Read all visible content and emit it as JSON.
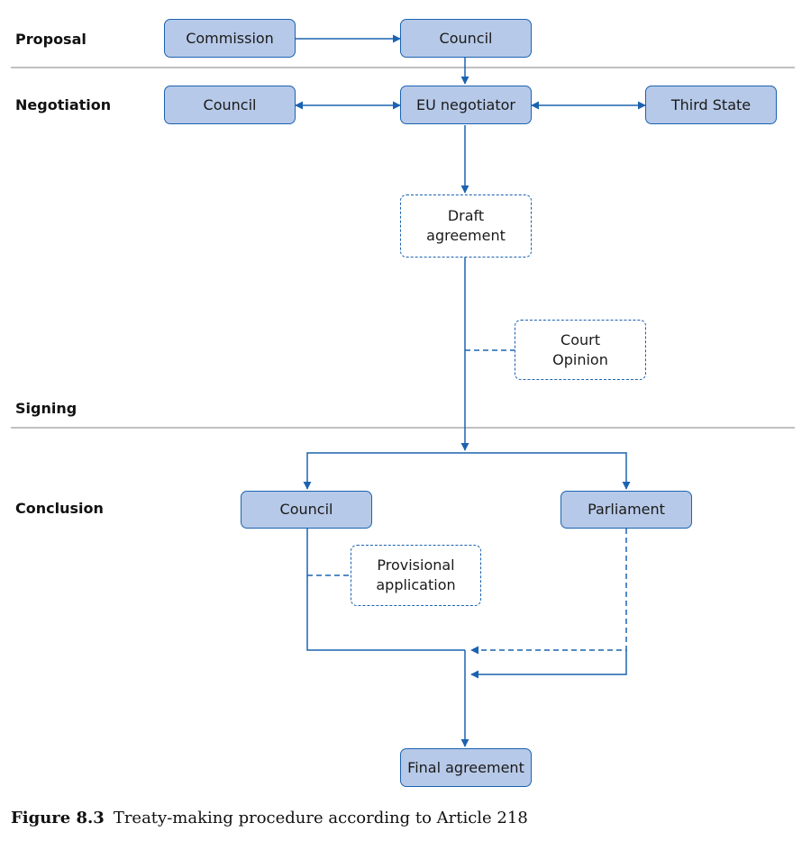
{
  "stages": {
    "proposal": "Proposal",
    "negotiation": "Negotiation",
    "signing": "Signing",
    "conclusion": "Conclusion"
  },
  "nodes": {
    "commission": "Commission",
    "council_proposal": "Council",
    "council_negotiation": "Council",
    "eu_negotiator": "EU negotiator",
    "third_state": "Third State",
    "draft_agreement_line1": "Draft",
    "draft_agreement_line2": "agreement",
    "court_opinion_line1": "Court",
    "court_opinion_line2": "Opinion",
    "council_conclusion": "Council",
    "parliament": "Parliament",
    "provisional_application_line1": "Provisional",
    "provisional_application_line2": "application",
    "final_agreement": "Final agreement"
  },
  "caption": {
    "number": "Figure 8.3",
    "text": "Treaty-making procedure according to Article 218"
  },
  "colors": {
    "box_fill": "#b7c9e8",
    "line": "#1b63b0",
    "divider": "#9a9a9a"
  }
}
